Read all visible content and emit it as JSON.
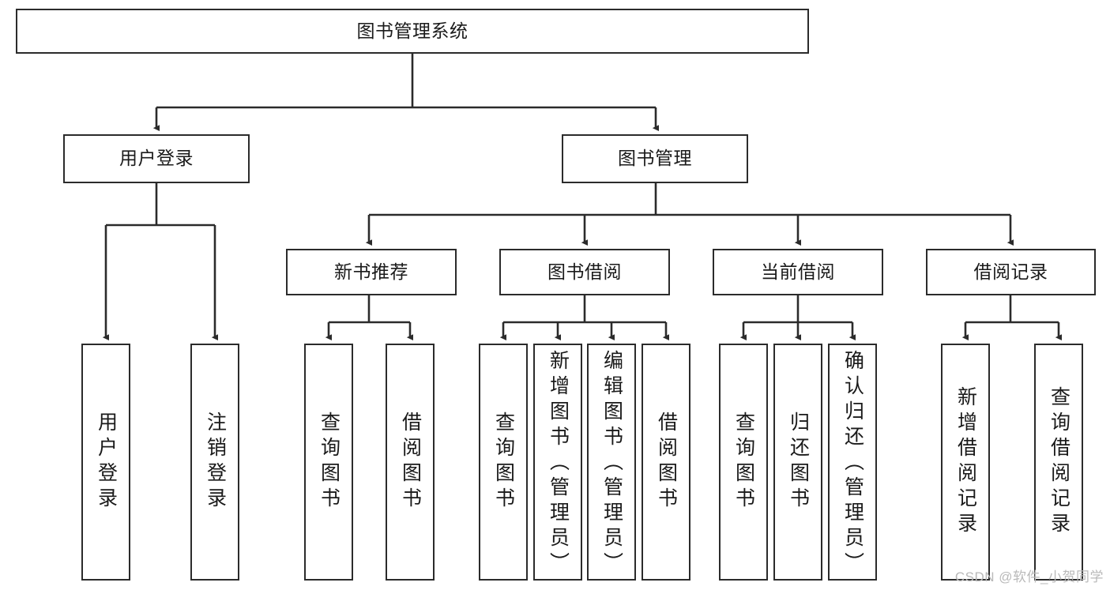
{
  "diagram": {
    "type": "hierarchy-tree",
    "title": "图书管理系统",
    "root": {
      "label": "图书管理系统"
    },
    "level2": [
      {
        "label": "用户登录"
      },
      {
        "label": "图书管理"
      }
    ],
    "level3": [
      {
        "label": "新书推荐"
      },
      {
        "label": "图书借阅"
      },
      {
        "label": "当前借阅"
      },
      {
        "label": "借阅记录"
      }
    ],
    "leaves": {
      "user_login": [
        {
          "label": "用户登录"
        },
        {
          "label": "注销登录"
        }
      ],
      "new_book_recommend": [
        {
          "label": "查询图书"
        },
        {
          "label": "借阅图书"
        }
      ],
      "book_borrow": [
        {
          "label": "查询图书"
        },
        {
          "label": "新增图书（管理员）"
        },
        {
          "label": "编辑图书（管理员）"
        },
        {
          "label": "借阅图书"
        }
      ],
      "current_borrow": [
        {
          "label": "查询图书"
        },
        {
          "label": "归还图书"
        },
        {
          "label": "确认归还（管理员）"
        }
      ],
      "borrow_record": [
        {
          "label": "新增借阅记录"
        },
        {
          "label": "查询借阅记录"
        }
      ]
    }
  },
  "watermark": {
    "text": "CSDN @软件_小贺同学"
  },
  "colors": {
    "stroke": "#2b2b2b",
    "fill": "#ffffff",
    "text": "#1a1a1a",
    "watermark": "#b9b9b9"
  }
}
